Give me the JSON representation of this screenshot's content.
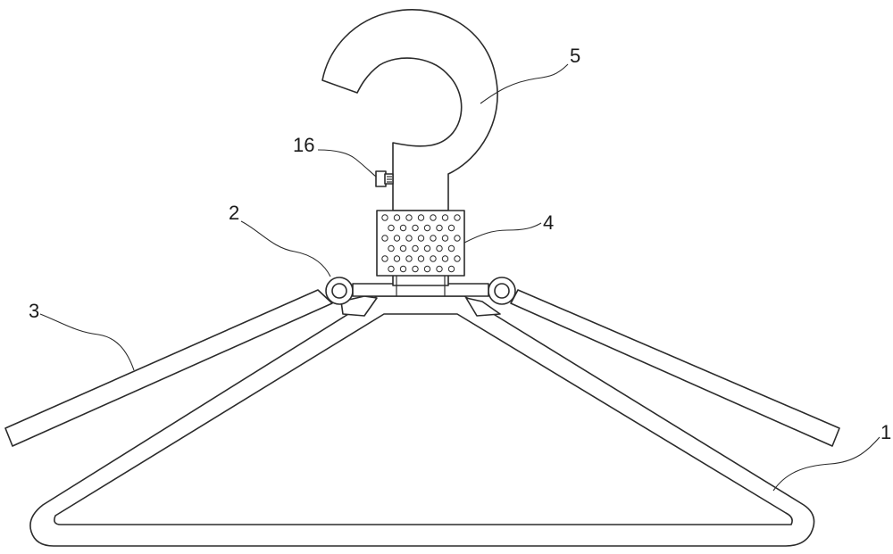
{
  "labels": {
    "l1": "1",
    "l2": "2",
    "l3": "3",
    "l4": "4",
    "l5": "5",
    "l16": "16"
  },
  "colors": {
    "line": "#2b2b2b",
    "background": "#ffffff"
  }
}
